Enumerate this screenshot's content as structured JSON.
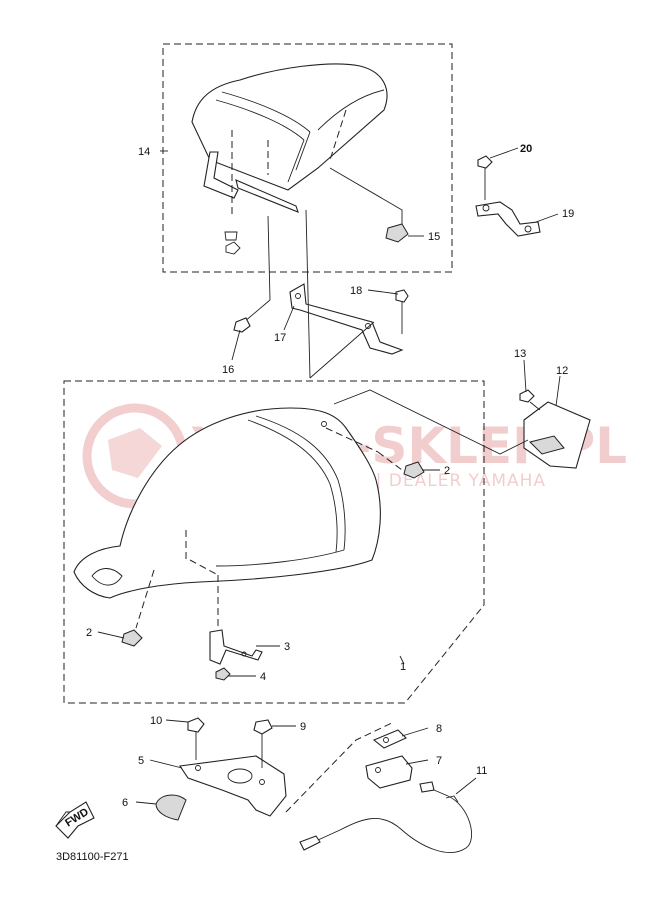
{
  "watermark": {
    "brand": "YAMA-SKLEP.PL",
    "dealer": "WOJCIECHOWICZ | DEALER YAMAHA"
  },
  "fwd_label": "FWD",
  "diagram_code": "3D81100-F271",
  "callouts": [
    {
      "id": "1",
      "text": "1"
    },
    {
      "id": "2a",
      "text": "2"
    },
    {
      "id": "2b",
      "text": "2"
    },
    {
      "id": "3",
      "text": "3"
    },
    {
      "id": "4",
      "text": "4"
    },
    {
      "id": "5",
      "text": "5"
    },
    {
      "id": "6",
      "text": "6"
    },
    {
      "id": "7",
      "text": "7"
    },
    {
      "id": "8",
      "text": "8"
    },
    {
      "id": "9",
      "text": "9"
    },
    {
      "id": "10",
      "text": "10"
    },
    {
      "id": "11",
      "text": "11"
    },
    {
      "id": "12",
      "text": "12"
    },
    {
      "id": "13",
      "text": "13"
    },
    {
      "id": "14",
      "text": "14"
    },
    {
      "id": "15",
      "text": "15"
    },
    {
      "id": "16",
      "text": "16"
    },
    {
      "id": "17",
      "text": "17"
    },
    {
      "id": "18",
      "text": "18"
    },
    {
      "id": "19",
      "text": "19"
    },
    {
      "id": "20",
      "text": "20"
    }
  ],
  "colors": {
    "line": "#222222",
    "watermark": "#e9a6a6"
  }
}
